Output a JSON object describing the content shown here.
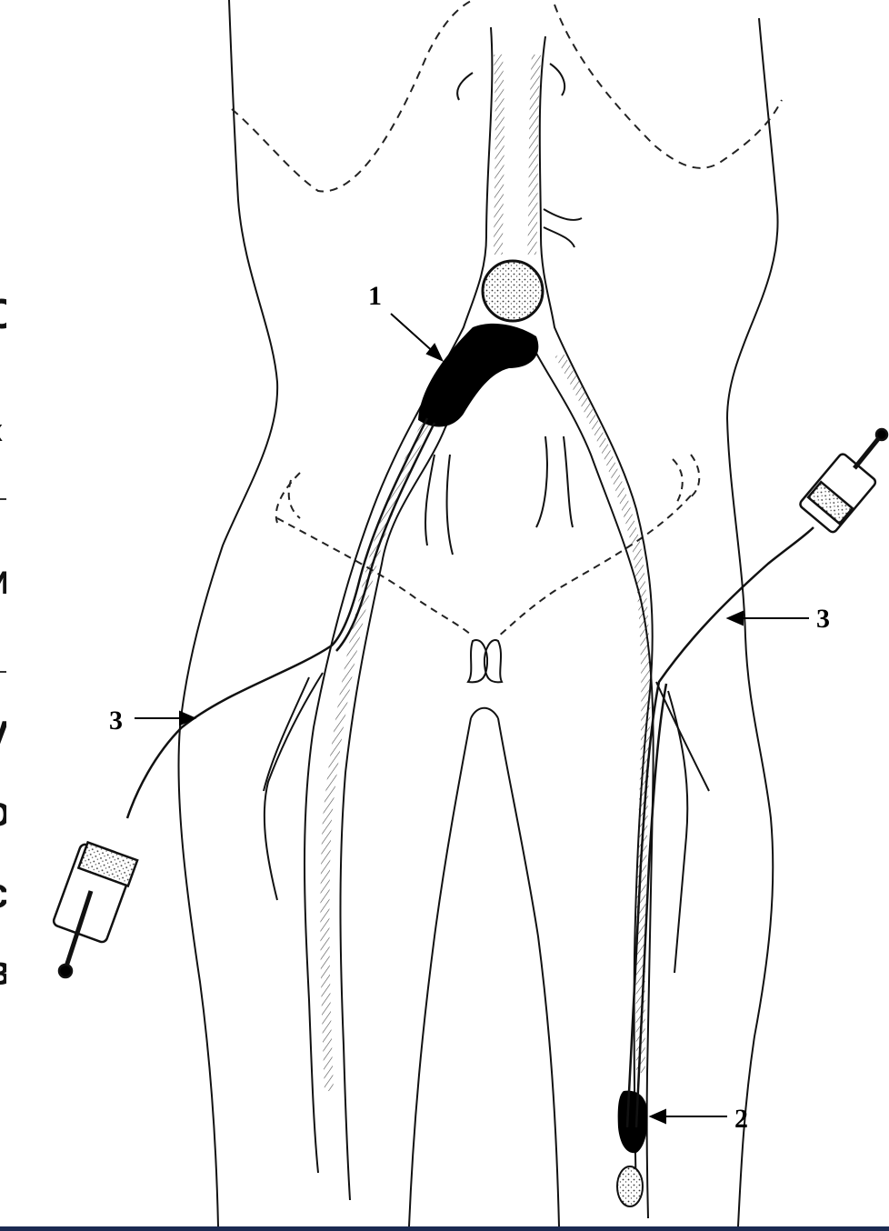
{
  "figure": {
    "callouts": [
      {
        "id": "1",
        "label": "1"
      },
      {
        "id": "2",
        "label": "2"
      },
      {
        "id": "3-left",
        "label": "3"
      },
      {
        "id": "3-right",
        "label": "3"
      }
    ]
  },
  "slide_edge": {
    "fragments": [
      "С",
      "х",
      "и",
      "у",
      "о",
      "с",
      "в"
    ]
  },
  "colors": {
    "ink": "#000000",
    "background": "#ffffff",
    "frame_blue": "#1b2a52"
  }
}
